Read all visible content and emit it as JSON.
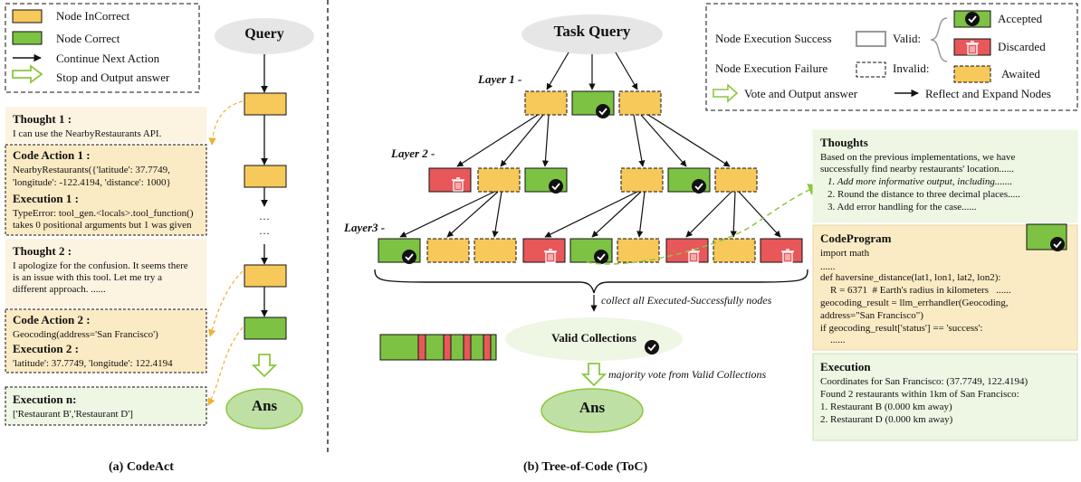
{
  "legend_left": {
    "node_incorrect": "Node InCorrect",
    "node_correct": "Node Correct",
    "continue": "Continue Next Action",
    "stop": "Stop and Output answer"
  },
  "codeact": {
    "query": "Query",
    "ans": "Ans",
    "ellipsis1": "···",
    "ellipsis2": "···",
    "thought1_title": "Thought 1 :",
    "thought1_text": "I can use the NearbyRestaurants API.",
    "code1_title": "Code Action 1 :",
    "code1_line1": "NearbyRestaurants({'latitude': 37.7749,",
    "code1_line2": "'longitude': -122.4194, 'distance': 1000}",
    "exec1_title": "Execution 1 :",
    "exec1_line1": "TypeError: tool_gen.<locals>.tool_function()",
    "exec1_line2": "takes 0 positional arguments but 1 was given",
    "thought2_title": "Thought 2 :",
    "thought2_line1": "I apologize for the confusion. It seems there",
    "thought2_line2": "is an issue with this tool. Let me try a",
    "thought2_line3": "different approach.   ......",
    "code2_title": "Code Action 2 :",
    "code2_line1": "Geocoding(address='San Francisco')",
    "exec2_title": "Execution 2 :",
    "exec2_line1": "'latitude': 37.7749, 'longitude': 122.4194",
    "execn_title": "Execution n:",
    "execn_line1": "['Restaurant B','Restaurant D']",
    "caption": "(a) CodeAct"
  },
  "toc": {
    "task_query": "Task Query",
    "layer1": "Layer 1 -",
    "layer2": "Layer 2 -",
    "layer3": "Layer3 -",
    "collect": "collect all Executed-Successfully nodes",
    "valid_collections": "Valid Collections",
    "majority": "majority vote from Valid Collections",
    "ans": "Ans",
    "caption": "(b) Tree-of-Code (ToC)"
  },
  "legend_right": {
    "success": "Node Execution Success",
    "valid": "Valid:",
    "failure": "Node Execution Failure",
    "invalid": "Invalid:",
    "accepted": "Accepted",
    "discarded": "Discarded",
    "awaited": "Awaited",
    "vote": "Vote and Output answer",
    "reflect": "Reflect and Expand Nodes"
  },
  "right_panel": {
    "thoughts_title": "Thoughts",
    "thoughts_line1": "Based on the previous implementations, we have",
    "thoughts_line2": "successfully find nearby restaurants' location......",
    "thoughts_item1": "1. Add more informative output, including.......",
    "thoughts_item2": "2. Round the distance to three decimal places.....",
    "thoughts_item3": "3. Add error handling for the case......",
    "code_title": "CodeProgram",
    "code_line1": "import math",
    "code_line2": "......",
    "code_line3": "def haversine_distance(lat1, lon1, lat2, lon2):",
    "code_line4": "    R = 6371  # Earth's radius in kilometers   ......",
    "code_line5": "geocoding_result = llm_errhandler(Geocoding,",
    "code_line6": "address=\"San Francisco\")",
    "code_line7": "if geocoding_result['status'] == 'success':",
    "code_line8": "    ......",
    "exec_title": "Execution",
    "exec_line1": "Coordinates for San Francisco: (37.7749, 122.4194)",
    "exec_line2": "Found 2 restaurants within 1km of San Francisco:",
    "exec_line3": "1. Restaurant B (0.000 km away)",
    "exec_line4": "2. Restaurant D (0.000 km away)"
  },
  "colors": {
    "incorrect": "#F7C85A",
    "correct": "#7DC243",
    "discarded": "#E8575A",
    "query_bg": "#E6E6E6",
    "ans_bg": "#BEE0A4",
    "panel_bg": "#FCF3E1",
    "panel_mid": "#FBEBC4",
    "panel_green": "#EEF6E4"
  }
}
